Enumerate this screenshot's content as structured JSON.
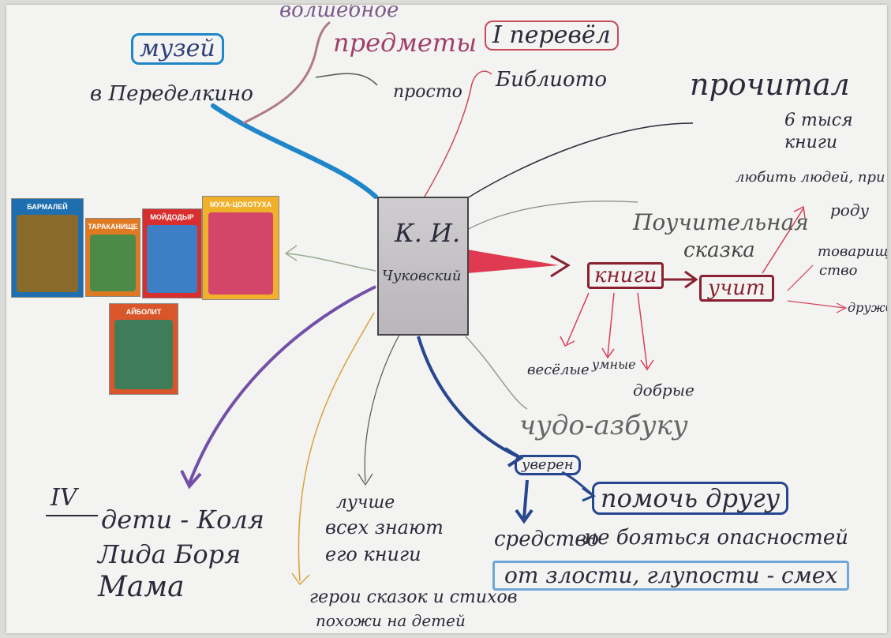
{
  "center": {
    "line1": "К. И.",
    "line2": "Чуковский"
  },
  "museum": {
    "box": "музей",
    "place": "в Переделкино"
  },
  "top": {
    "magic": "волшебное",
    "items": "предметы",
    "translations": "I перевёл",
    "simple": "просто",
    "library": "Библиото"
  },
  "right": {
    "read": "прочитал",
    "count_line1": "6 тыся",
    "count_line2": "книги",
    "love": "любить людей, при",
    "love2": "роду",
    "tale_line1": "Поучительная",
    "tale_line2": "сказка",
    "book": "книги",
    "teach": "учит",
    "friendship": "товарищ-",
    "friendship2": "ство",
    "friendly": "дружбе",
    "cheerful": "весёлые",
    "smart": "умные",
    "kind": "добрые",
    "abc": "чудо-азбуку"
  },
  "bottom": {
    "roman": "IV",
    "children_line1": "дети - Коля",
    "children_line2": "Лида  Боря",
    "children_line3": "Мама",
    "known_line1": "лучше",
    "known_line2": "всех знают",
    "known_line3": "его книги",
    "heroes_line1": "герои сказок и стихов",
    "heroes_line2": "похожи на детей",
    "uverennost": "уверен",
    "help": "помочь другу",
    "remedy": "средство",
    "not_afraid": "не бояться опасностей",
    "from": "от злости, глупости - смех"
  },
  "covers": [
    {
      "title": "БАРМАЛЕЙ",
      "bg": "#1f6fb0",
      "art": "#8a6a2a"
    },
    {
      "title": "ТАРАКАНИЩЕ",
      "bg": "#e07a22",
      "art": "#4c8a4a"
    },
    {
      "title": "МОЙДОДЫР",
      "bg": "#d82e2e",
      "art": "#3d7fc4"
    },
    {
      "title": "МУХА-ЦОКОТУХА",
      "bg": "#f0b02a",
      "art": "#d4456a"
    },
    {
      "title": "АЙБОЛИТ",
      "bg": "#d9562a",
      "art": "#3f7d5a"
    }
  ],
  "colors": {
    "blue_pen": "#1e86c9",
    "pink_pen": "#d8405a",
    "purple_pen": "#7350a8",
    "navy_pen": "#26468f",
    "dark_pen": "#2a2a3a",
    "red_marker": "#e03a52"
  }
}
